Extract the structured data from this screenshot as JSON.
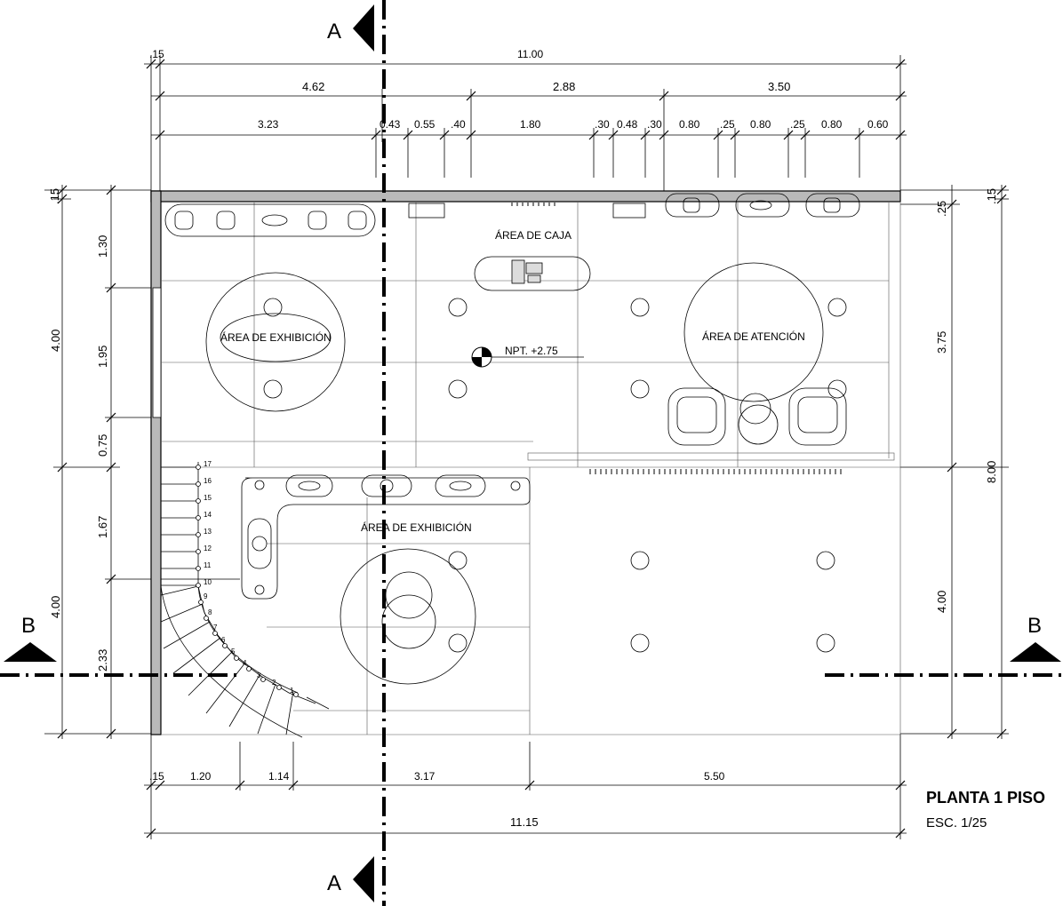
{
  "drawing": {
    "title": "PLANTA 1 PISO",
    "scale": "ESC. 1/25"
  },
  "section_marks": {
    "a": "A",
    "b": "B"
  },
  "rooms": {
    "display_upper": "ÁREA DE EXHIBICIÓN",
    "cash": "ÁREA DE CAJA",
    "attention": "ÁREA DE ATENCIÓN",
    "display_lower": "ÁREA DE EXHIBICIÓN",
    "level": "NPT. +2.75"
  },
  "dimensions": {
    "top_total_offset": ".15",
    "top_total": "11.00",
    "top_mid": [
      "4.62",
      "2.88",
      "3.50"
    ],
    "top_detail": [
      "3.23",
      "0.43",
      "0.55",
      ".40",
      "1.80",
      ".30",
      "0.48",
      ".30",
      "0.80",
      ".25",
      "0.80",
      ".25",
      "0.80",
      "0.60"
    ],
    "bottom_detail": [
      ".15",
      "1.20",
      "1.14",
      "3.17",
      "5.50"
    ],
    "bottom_total": "11.15",
    "left_outer": [
      ".15",
      "4.00",
      "4.00"
    ],
    "left_inner": [
      "1.30",
      "1.95",
      "0.75",
      "1.67",
      "2.33"
    ],
    "right_inner": [
      ".25",
      "3.75",
      "4.00"
    ],
    "right_outer": [
      ".15",
      "8.00"
    ]
  },
  "stairs": {
    "steps": [
      "17",
      "16",
      "15",
      "14",
      "13",
      "12",
      "11",
      "10",
      "9",
      "8",
      "7",
      "6",
      "5",
      "4",
      "3",
      "2",
      "1"
    ]
  },
  "colors": {
    "wall_fill": "#b9b9b9",
    "line": "#000000"
  }
}
